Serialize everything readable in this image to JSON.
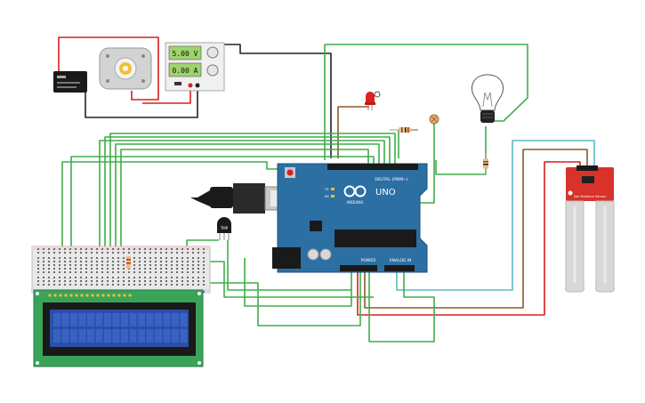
{
  "colors": {
    "wire_green": "#3fae49",
    "wire_red": "#d42121",
    "wire_black": "#222222",
    "wire_brown": "#8a5a2b",
    "wire_teal": "#5fb8c8",
    "arduino_blue": "#2c6fa3",
    "lcd_green": "#3aa35a",
    "lcd_screen": "#2a4fa8",
    "sensor_red": "#d8322a"
  },
  "power_supply": {
    "voltage": "5.00 V",
    "current": "0.00 A"
  },
  "arduino": {
    "board_name": "UNO",
    "brand": "ARDUINO",
    "digital_label": "DIGITAL (PWM~)",
    "power_label": "POWER",
    "analog_label": "ANALOG IN",
    "tx_label": "TX",
    "rx_label": "RX"
  },
  "soil_sensor": {
    "label": "Soil Moisture Sensor"
  },
  "temp_sensor": {
    "label": "TMP"
  },
  "relay": {
    "label": "relay"
  },
  "motor": {
    "label": "motor"
  }
}
